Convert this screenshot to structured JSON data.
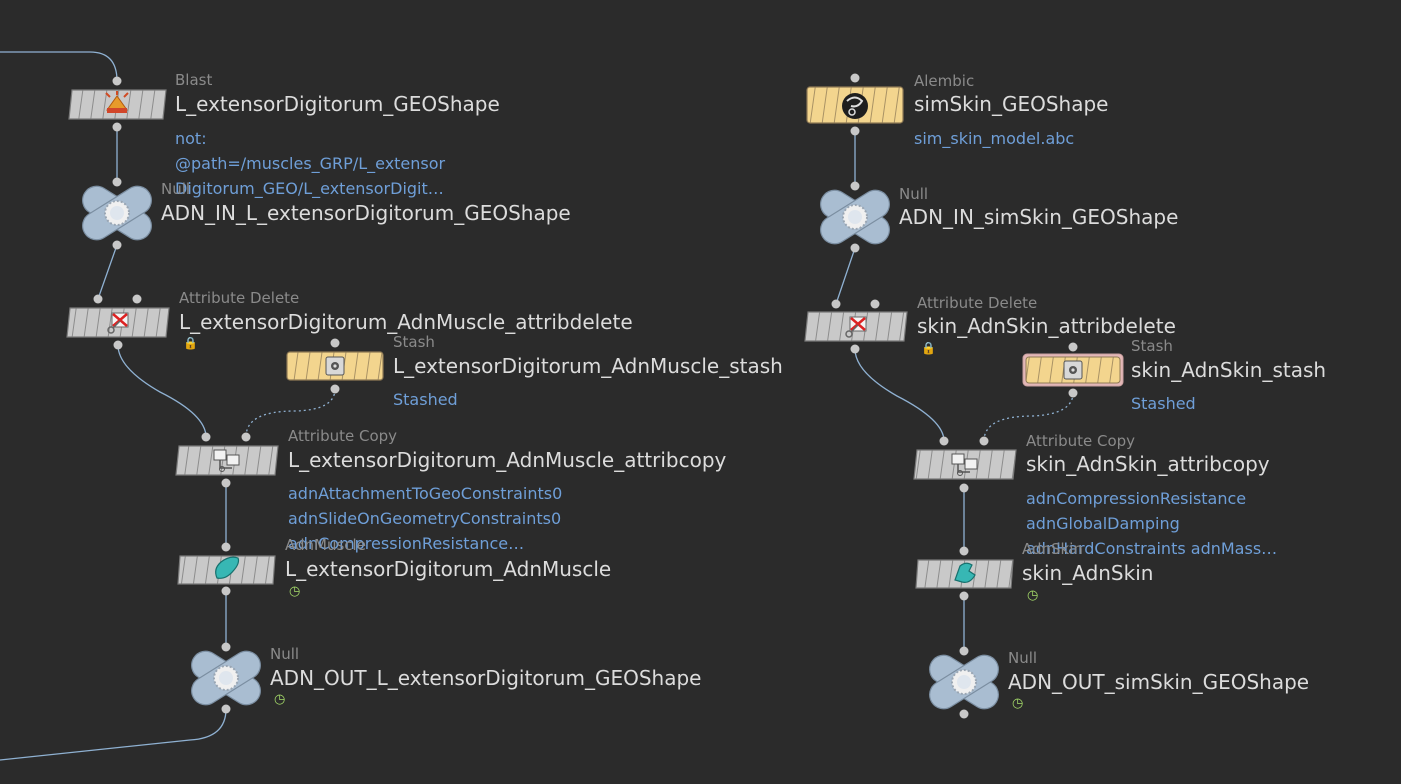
{
  "colors": {
    "background": "#2b2b2b",
    "wire": "#8fb1d2",
    "node_body": "#c9c9c9",
    "node_yellow": "#f3d58e",
    "null_node": "#a9bdd1",
    "info_text": "#6f9fd8",
    "name_text": "#dcdcdc",
    "type_text": "#8a8a8a"
  },
  "left_chain": {
    "blast": {
      "type": "Blast",
      "name": "L_extensorDigitorum_GEOShape",
      "icon": "blast-icon",
      "info": [
        "not:",
        "@path=/muscles_GRP/L_extensor",
        "Digitorum_GEO/L_extensorDigit…"
      ]
    },
    "null_in": {
      "type": "Null",
      "name": "ADN_IN_L_extensorDigitorum_GEOShape",
      "icon": "null-icon"
    },
    "attrib_delete": {
      "type": "Attribute Delete",
      "name": "L_extensorDigitorum_AdnMuscle_attribdelete",
      "icon": "attribute-delete-icon",
      "badge": "lock-icon"
    },
    "stash": {
      "type": "Stash",
      "name": "L_extensorDigitorum_AdnMuscle_stash",
      "icon": "stash-icon",
      "info": [
        "Stashed"
      ]
    },
    "attrib_copy": {
      "type": "Attribute Copy",
      "name": "L_extensorDigitorum_AdnMuscle_attribcopy",
      "icon": "attribute-copy-icon",
      "info": [
        "adnAttachmentToGeoConstraints0",
        "adnSlideOnGeometryConstraints0",
        "adnCompressionResistance…"
      ]
    },
    "adn_muscle": {
      "type": "AdnMuscle",
      "name": "L_extensorDigitorum_AdnMuscle",
      "icon": "adn-muscle-icon",
      "badge": "clock-icon"
    },
    "null_out": {
      "type": "Null",
      "name": "ADN_OUT_L_extensorDigitorum_GEOShape",
      "icon": "null-icon",
      "badge": "clock-icon"
    }
  },
  "right_chain": {
    "alembic": {
      "type": "Alembic",
      "name": "simSkin_GEOShape",
      "icon": "alembic-icon",
      "info": [
        "sim_skin_model.abc"
      ]
    },
    "null_in": {
      "type": "Null",
      "name": "ADN_IN_simSkin_GEOShape",
      "icon": "null-icon"
    },
    "attrib_delete": {
      "type": "Attribute Delete",
      "name": "skin_AdnSkin_attribdelete",
      "icon": "attribute-delete-icon",
      "badge": "lock-icon"
    },
    "stash": {
      "type": "Stash",
      "name": "skin_AdnSkin_stash",
      "icon": "stash-icon",
      "info": [
        "Stashed"
      ]
    },
    "attrib_copy": {
      "type": "Attribute Copy",
      "name": "skin_AdnSkin_attribcopy",
      "icon": "attribute-copy-icon",
      "info": [
        "adnCompressionResistance",
        "adnGlobalDamping",
        "adnHardConstraints adnMass…"
      ]
    },
    "adn_skin": {
      "type": "AdnSkin",
      "name": "skin_AdnSkin",
      "icon": "adn-skin-icon",
      "badge": "clock-icon"
    },
    "null_out": {
      "type": "Null",
      "name": "ADN_OUT_simSkin_GEOShape",
      "icon": "null-icon",
      "badge": "clock-icon"
    }
  }
}
